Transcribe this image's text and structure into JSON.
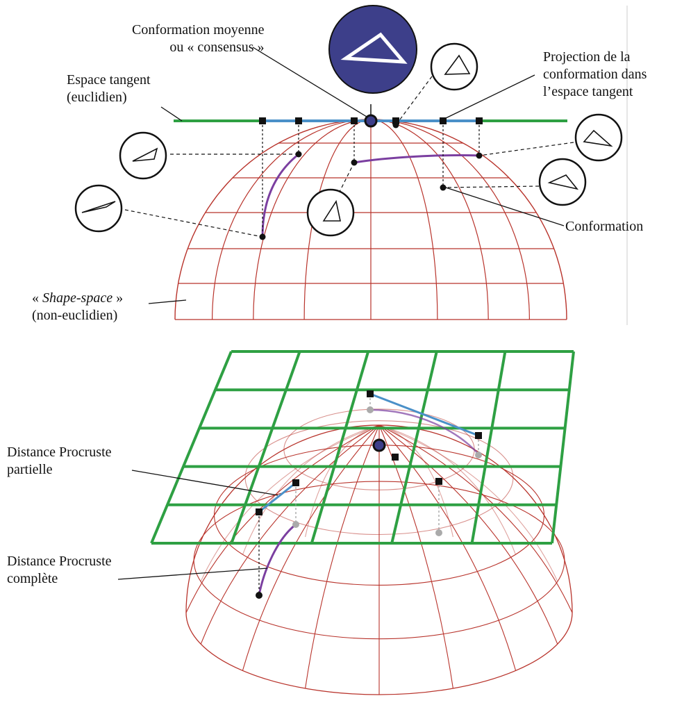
{
  "labels": {
    "mean_shape": [
      "Conformation moyenne",
      "ou « consensus »"
    ],
    "tangent_space": [
      "Espace tangent",
      "(euclidien)"
    ],
    "projection": [
      "Projection de la",
      "conformation dans",
      "l’espace tangent"
    ],
    "conformation": "Conformation",
    "shape_space_open": "« ",
    "shape_space_italic": "Shape-space",
    "shape_space_close": " »",
    "shape_space_sub": "(non-euclidien)",
    "partial_distance": [
      "Distance Procruste",
      "partielle"
    ],
    "full_distance": [
      "Distance Procruste",
      "complète"
    ]
  },
  "colors": {
    "sphere_grid": "#b8332b",
    "tangent_plane": "#2ea043",
    "projection_segment": "#4a90c8",
    "geodesic": "#7b3fa0",
    "mean_disk": "#3d3f8a",
    "ink": "#111111"
  },
  "icons": [
    "triangle-icon"
  ]
}
